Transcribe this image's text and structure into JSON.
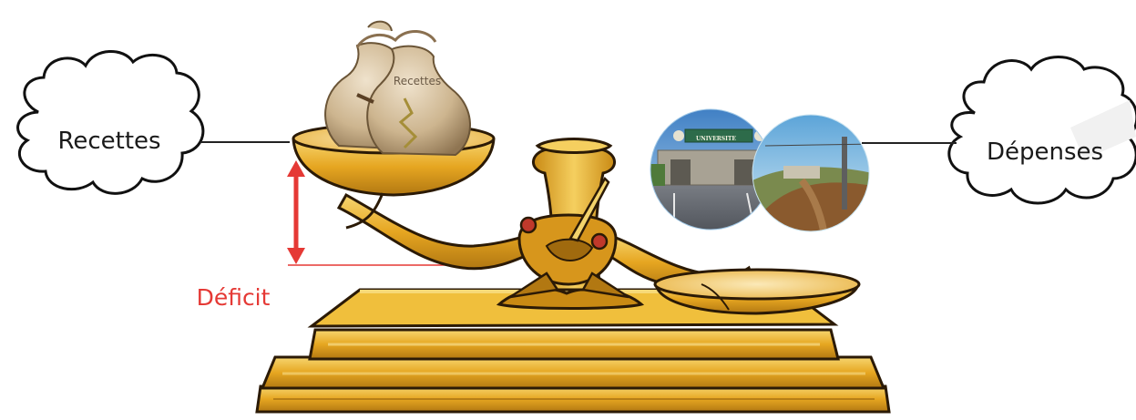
{
  "labels": {
    "recettes": "Recettes",
    "depenses": "Dépenses",
    "deficit": "Déficit",
    "bag_label": "Recettes",
    "building_sign": "UNIVERSITE"
  },
  "colors": {
    "gold": "#e3a31c",
    "gold_light": "#f4cf63",
    "gold_dark": "#a06a0e",
    "deficit_red": "#e53935",
    "outline": "#2b1a06"
  },
  "icons": [
    "money-bag-icon",
    "university-icon",
    "road-icon",
    "cloud-icon",
    "double-arrow-icon"
  ]
}
